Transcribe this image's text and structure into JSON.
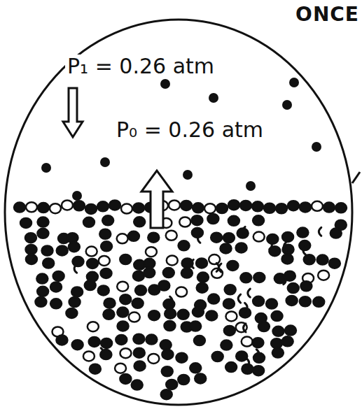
{
  "diagram": {
    "nodes": [
      {
        "text": [
          "P₁ = 0.26 atm",
          "P₀ = 0.26 atm"
        ]
      }
    ],
    "labels": [
      "ONCE"
    ]
  }
}
